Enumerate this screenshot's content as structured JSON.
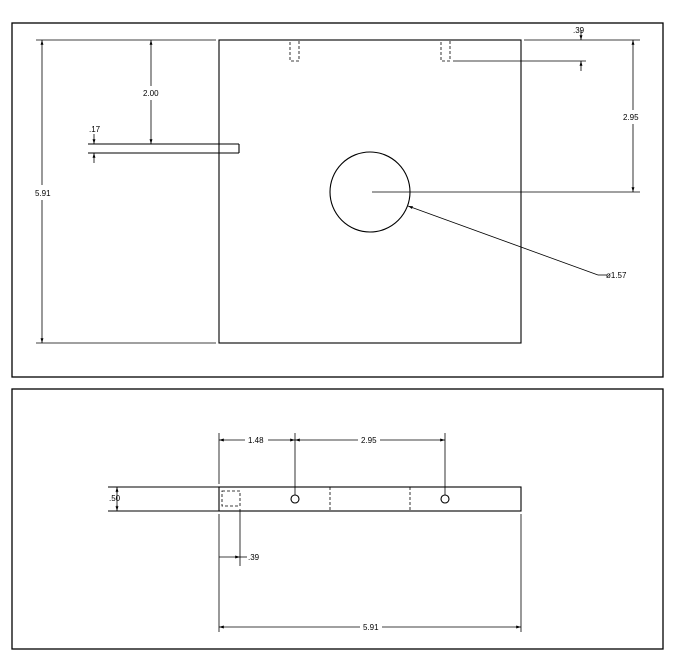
{
  "top_view": {
    "dims": {
      "overall_height": "5.91",
      "slot_offset": "2.00",
      "slot_width": ".17",
      "hole_offset": "2.95",
      "notch_depth": ".39",
      "hole_diameter": "ø1.57"
    }
  },
  "front_view": {
    "dims": {
      "hole1_offset": "1.48",
      "hole_spacing": "2.95",
      "thickness": ".50",
      "notch_depth": ".39",
      "overall_width": "5.91"
    }
  }
}
